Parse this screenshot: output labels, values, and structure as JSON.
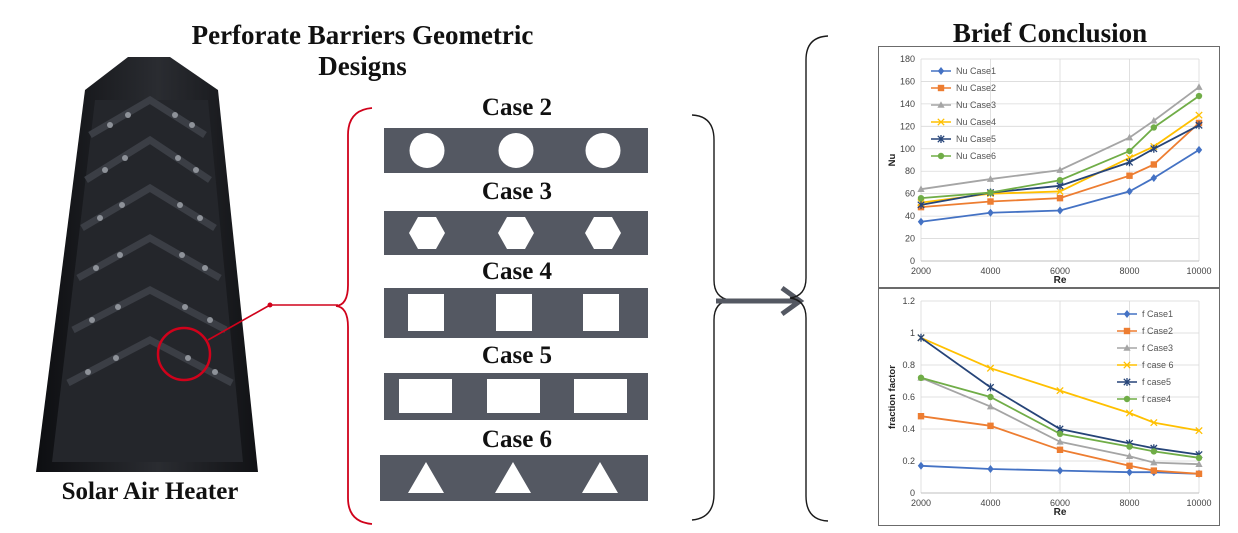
{
  "header": {
    "title_line1": "Perforate Barriers Geometric",
    "title_line2": "Designs",
    "conclusion_title": "Brief Conclusion"
  },
  "heater": {
    "caption": "Solar Air Heater"
  },
  "cases": [
    {
      "label": "Case 2",
      "shape": "circle"
    },
    {
      "label": "Case 3",
      "shape": "hexagon"
    },
    {
      "label": "Case 4",
      "shape": "square"
    },
    {
      "label": "Case 5",
      "shape": "rectangle"
    },
    {
      "label": "Case 6",
      "shape": "triangle"
    }
  ],
  "colors": {
    "plate": "#545862",
    "bracket": "#d0021b",
    "heater_body": "#1a1b1f"
  },
  "chart_data": [
    {
      "type": "line",
      "xlabel": "Re",
      "ylabel": "Nu",
      "xlim": [
        2000,
        10000
      ],
      "ylim": [
        0,
        180
      ],
      "xticks": [
        2000,
        4000,
        6000,
        8000,
        10000
      ],
      "yticks": [
        0,
        20,
        40,
        60,
        80,
        100,
        120,
        140,
        160,
        180
      ],
      "grid": true,
      "legend": "top-left",
      "series": [
        {
          "name": "Nu Case1",
          "color": "#4472c4",
          "marker": "diamond",
          "x": [
            2000,
            4000,
            6000,
            8000,
            8700,
            10000
          ],
          "y": [
            35,
            43,
            45,
            62,
            74,
            99
          ]
        },
        {
          "name": "Nu Case2",
          "color": "#ed7d31",
          "marker": "square",
          "x": [
            2000,
            4000,
            6000,
            8000,
            8700,
            10000
          ],
          "y": [
            48,
            53,
            56,
            76,
            86,
            123
          ]
        },
        {
          "name": "Nu Case3",
          "color": "#a5a5a5",
          "marker": "triangle",
          "x": [
            2000,
            4000,
            6000,
            8000,
            8700,
            10000
          ],
          "y": [
            64,
            73,
            81,
            110,
            125,
            155
          ]
        },
        {
          "name": "Nu Case4",
          "color": "#ffc000",
          "marker": "x",
          "x": [
            2000,
            4000,
            6000,
            8000,
            8700,
            10000
          ],
          "y": [
            52,
            60,
            62,
            92,
            102,
            130
          ]
        },
        {
          "name": "Nu Case5",
          "color": "#264478",
          "marker": "star",
          "x": [
            2000,
            4000,
            6000,
            8000,
            8700,
            10000
          ],
          "y": [
            50,
            61,
            67,
            88,
            100,
            121
          ]
        },
        {
          "name": "Nu Case6",
          "color": "#70ad47",
          "marker": "circle",
          "x": [
            2000,
            4000,
            6000,
            8000,
            8700,
            10000
          ],
          "y": [
            56,
            61,
            72,
            98,
            119,
            147
          ]
        }
      ]
    },
    {
      "type": "line",
      "xlabel": "Re",
      "ylabel": "fraction factor",
      "xlim": [
        2000,
        10000
      ],
      "ylim": [
        0,
        1.2
      ],
      "xticks": [
        2000,
        4000,
        6000,
        8000,
        10000
      ],
      "yticks": [
        0,
        0.2,
        0.4,
        0.6,
        0.8,
        1,
        1.2
      ],
      "grid": true,
      "legend": "top-right",
      "series": [
        {
          "name": "f Case1",
          "color": "#4472c4",
          "marker": "diamond",
          "x": [
            2000,
            4000,
            6000,
            8000,
            8700,
            10000
          ],
          "y": [
            0.17,
            0.15,
            0.14,
            0.13,
            0.13,
            0.12
          ]
        },
        {
          "name": "f Case2",
          "color": "#ed7d31",
          "marker": "square",
          "x": [
            2000,
            4000,
            6000,
            8000,
            8700,
            10000
          ],
          "y": [
            0.48,
            0.42,
            0.27,
            0.17,
            0.14,
            0.12
          ]
        },
        {
          "name": "f Case3",
          "color": "#a5a5a5",
          "marker": "triangle",
          "x": [
            2000,
            4000,
            6000,
            8000,
            8700,
            10000
          ],
          "y": [
            0.72,
            0.54,
            0.32,
            0.23,
            0.19,
            0.18
          ]
        },
        {
          "name": "f case 6",
          "color": "#ffc000",
          "marker": "x",
          "x": [
            2000,
            4000,
            6000,
            8000,
            8700,
            10000
          ],
          "y": [
            0.97,
            0.78,
            0.64,
            0.5,
            0.44,
            0.39
          ]
        },
        {
          "name": "f case5",
          "color": "#264478",
          "marker": "star",
          "x": [
            2000,
            4000,
            6000,
            8000,
            8700,
            10000
          ],
          "y": [
            0.97,
            0.66,
            0.4,
            0.31,
            0.28,
            0.24
          ]
        },
        {
          "name": "f case4",
          "color": "#70ad47",
          "marker": "circle",
          "x": [
            2000,
            4000,
            6000,
            8000,
            8700,
            10000
          ],
          "y": [
            0.72,
            0.6,
            0.37,
            0.29,
            0.26,
            0.22
          ]
        }
      ]
    }
  ]
}
